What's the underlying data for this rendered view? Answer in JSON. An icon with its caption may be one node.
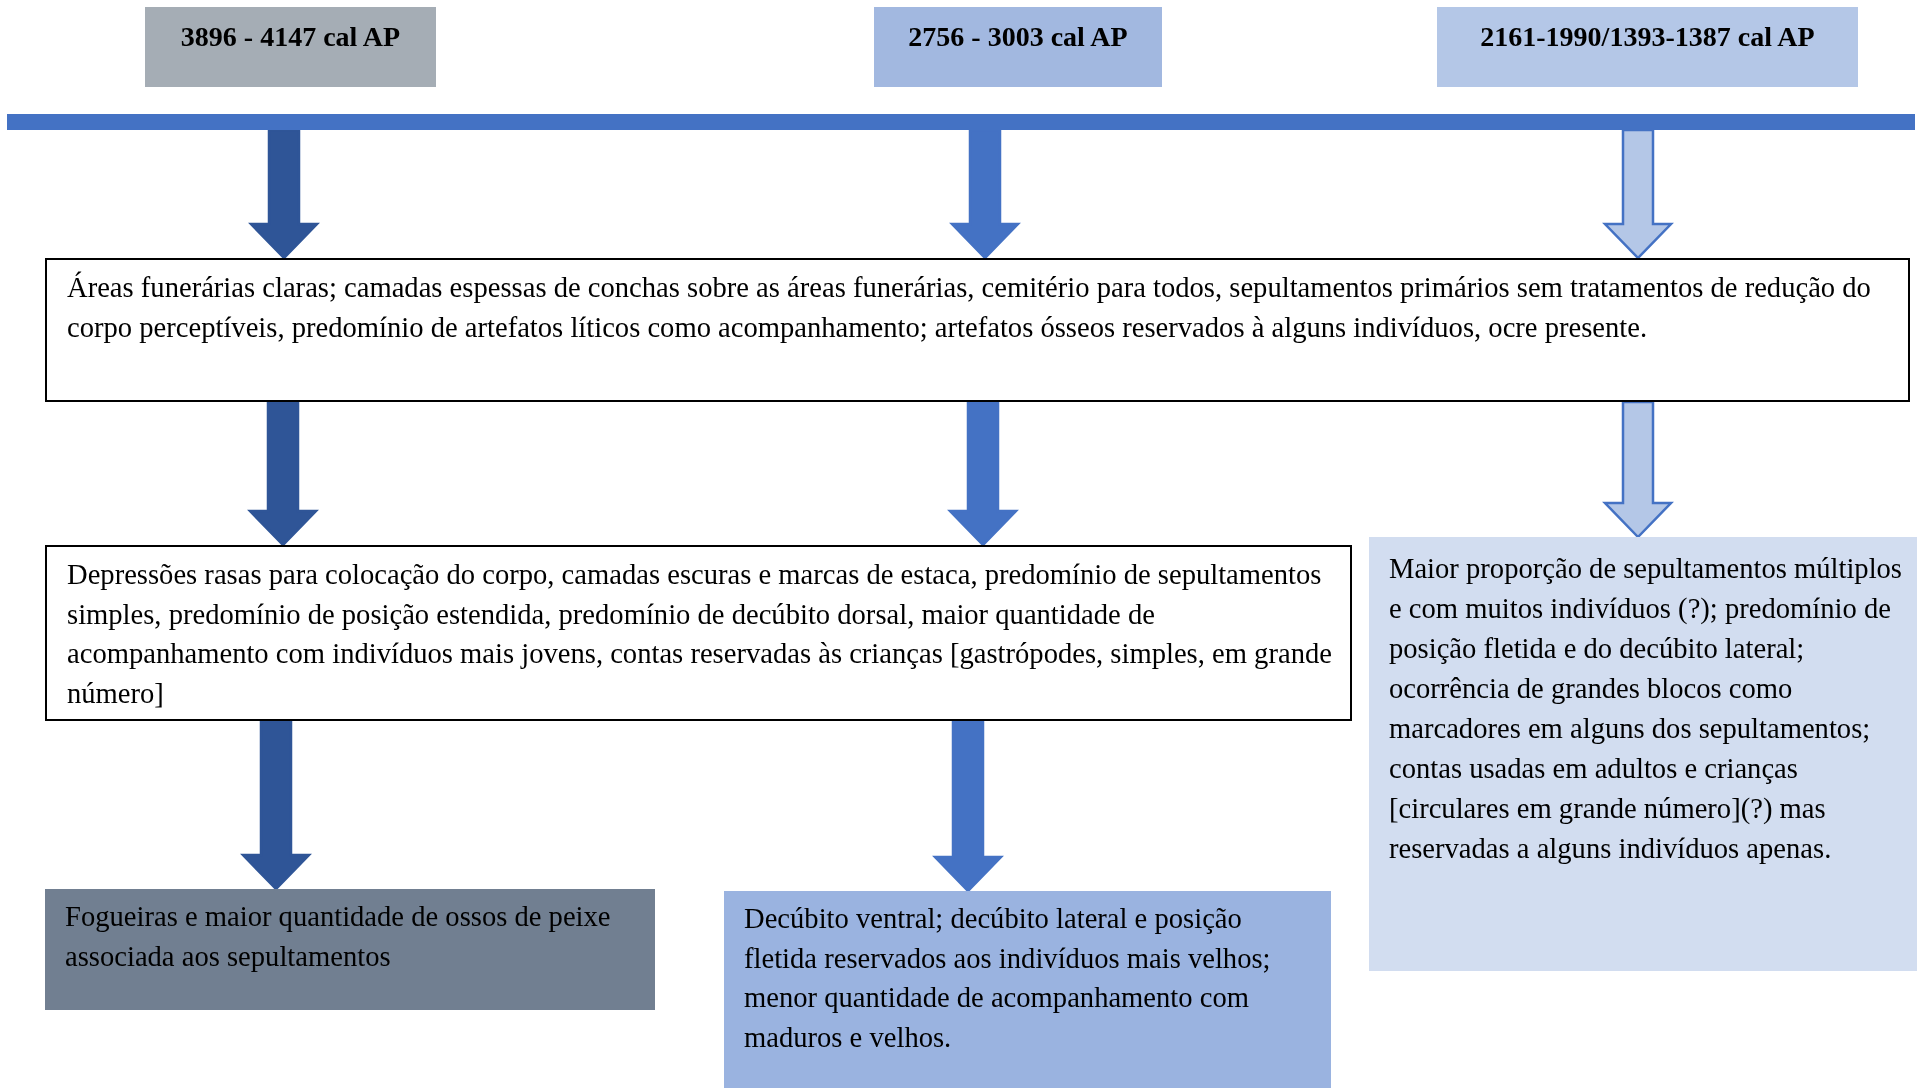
{
  "diagram": {
    "nodes": [
      {
        "text": [
          "3896 - 4147 cal AP"
        ]
      },
      {
        "text": [
          "2756 - 3003 cal AP"
        ]
      },
      {
        "text": [
          "2161-1990/1393-1387 cal AP"
        ]
      },
      {
        "text": [],
        "shape": "bar"
      },
      {
        "text": [
          "Áreas funerárias claras; camadas espessas de conchas sobre as áreas funerárias, cemitério para todos, sepultamentos primários sem tratamentos de redução do corpo perceptíveis, predomínio de artefatos líticos como acompanhamento; artefatos ósseos reservados à alguns indivíduos, ocre presente."
        ]
      },
      {
        "text": [
          "Depressões rasas para colocação do corpo, camadas escuras e marcas de estaca, predomínio de sepultamentos simples, predomínio de posição estendida, predomínio de decúbito dorsal, maior quantidade de acompanhamento com indivíduos mais jovens, contas reservadas às crianças [gastrópodes, simples, em grande número]"
        ]
      },
      {
        "text": [
          "Maior proporção de sepultamentos múltiplos e com muitos indivíduos (?); predomínio de posição fletida e do decúbito lateral; ocorrência de grandes blocos como marcadores em alguns dos sepultamentos; contas usadas em adultos e crianças [circulares em grande número](?) mas reservadas a alguns indivíduos apenas."
        ]
      },
      {
        "text": [
          "Fogueiras e maior quantidade de ossos de peixe associada aos sepultamentos"
        ]
      },
      {
        "text": [
          "Decúbito ventral; decúbito lateral e posição fletida reservados aos indivíduos mais velhos; menor quantidade de acompanhamento com maduros e velhos."
        ]
      }
    ],
    "edges": [
      {
        "from": 3,
        "to": 4,
        "arrow": "to",
        "style": "thick",
        "color": "#2f5597"
      },
      {
        "from": 3,
        "to": 4,
        "arrow": "to",
        "style": "thick",
        "color": "#4472c4"
      },
      {
        "from": 3,
        "to": 4,
        "arrow": "to",
        "style": "thick",
        "color": "#b4c7e7"
      },
      {
        "from": 4,
        "to": 5,
        "arrow": "to",
        "style": "thick",
        "color": "#2f5597"
      },
      {
        "from": 4,
        "to": 5,
        "arrow": "to",
        "style": "thick",
        "color": "#4472c4"
      },
      {
        "from": 4,
        "to": 6,
        "arrow": "to",
        "style": "thick",
        "color": "#b4c7e7"
      },
      {
        "from": 5,
        "to": 7,
        "arrow": "to",
        "style": "thick",
        "color": "#2f5597"
      },
      {
        "from": 5,
        "to": 8,
        "arrow": "to",
        "style": "thick",
        "color": "#4472c4"
      }
    ]
  }
}
